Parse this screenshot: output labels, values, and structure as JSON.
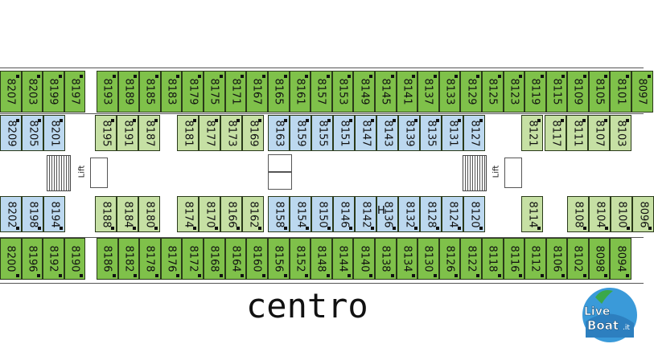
{
  "title": "centro",
  "logo": {
    "line1": "Live",
    "line2": "Boat",
    "suffix": ".it"
  },
  "labels": {
    "lift": "Lift",
    "h": "H"
  },
  "colors": {
    "dark_green": "#7fc14a",
    "light_green": "#c6e0a4",
    "blue": "#bcd8ef",
    "outline": "#2a3a1a"
  },
  "rows": {
    "top_outer": [
      [
        "8207",
        "8203",
        "8199",
        "8197"
      ],
      [
        "8193",
        "8189",
        "8185",
        "8183",
        "8179",
        "8175",
        "8171",
        "8167"
      ],
      [
        "8165",
        "8161",
        "8157",
        "8153",
        "8149",
        "8145",
        "8141",
        "8137",
        "8133",
        "8129",
        "8125",
        "8123"
      ],
      [
        "8119",
        "8115",
        "8109",
        "8105",
        "8101",
        "8097"
      ]
    ],
    "top_inner": [
      [
        "8209",
        "8205",
        "8201"
      ],
      [
        "8195",
        "8191",
        "8187"
      ],
      [
        "8181",
        "8177",
        "8173",
        "8169"
      ],
      [
        "8163",
        "8159",
        "8155",
        "8151",
        "8147",
        "8143",
        "8139",
        "8135",
        "8131",
        "8127"
      ],
      [
        "8121"
      ],
      [
        "8117",
        "8111",
        "8107",
        "8103"
      ]
    ],
    "bottom_inner": [
      [
        "8202",
        "8198",
        "8194"
      ],
      [
        "8188",
        "8184",
        "8180"
      ],
      [
        "8174",
        "8170",
        "8166",
        "8162"
      ],
      [
        "8158",
        "8154",
        "8150",
        "8146",
        "8142"
      ],
      [
        "8136",
        "8132",
        "8128",
        "8124",
        "8120"
      ],
      [
        "8114"
      ],
      [
        "8108",
        "8104",
        "8100",
        "8096"
      ]
    ],
    "bottom_outer": [
      [
        "8200",
        "8196",
        "8192",
        "8190"
      ],
      [
        "8186",
        "8182",
        "8178",
        "8176",
        "8172",
        "8168",
        "8164",
        "8160"
      ],
      [
        "8156",
        "8152",
        "8148",
        "8144",
        "8140",
        "8138",
        "8134",
        "8130",
        "8126",
        "8122",
        "8118",
        "8116"
      ],
      [
        "8112",
        "8106",
        "8102",
        "8098",
        "8094"
      ]
    ]
  }
}
